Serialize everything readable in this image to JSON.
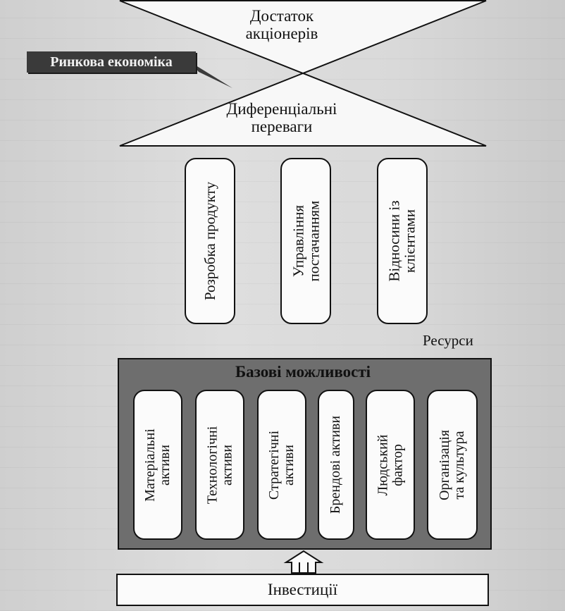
{
  "market_label": "Ринкова економіка",
  "hourglass": {
    "top_line1": "Достаток",
    "top_line2": "акціонерів",
    "bottom_line1": "Диференціальні",
    "bottom_line2": "переваги"
  },
  "advantages": [
    {
      "line1": "Розробка продукту",
      "line2": ""
    },
    {
      "line1": "Управління",
      "line2": "постачанням"
    },
    {
      "line1": "Відносини із",
      "line2": "клієнтами"
    }
  ],
  "resources_label": "Ресурси",
  "base_title": "Базові можливості",
  "capabilities": [
    {
      "line1": "Матеріальні",
      "line2": "активи"
    },
    {
      "line1": "Технологічні",
      "line2": "активи"
    },
    {
      "line1": "Стратегічні",
      "line2": "активи"
    },
    {
      "line1": "Брендові активи",
      "line2": ""
    },
    {
      "line1": "Людський",
      "line2": "фактор"
    },
    {
      "line1": "Організація",
      "line2": "та культура"
    }
  ],
  "investments_label": "Інвестиції",
  "colors": {
    "background": "#d6d6d6",
    "label_fill": "#3a3a3a",
    "base_fill": "#6e6e6e",
    "box_fill": "#fbfbfb",
    "stroke": "#111111"
  }
}
